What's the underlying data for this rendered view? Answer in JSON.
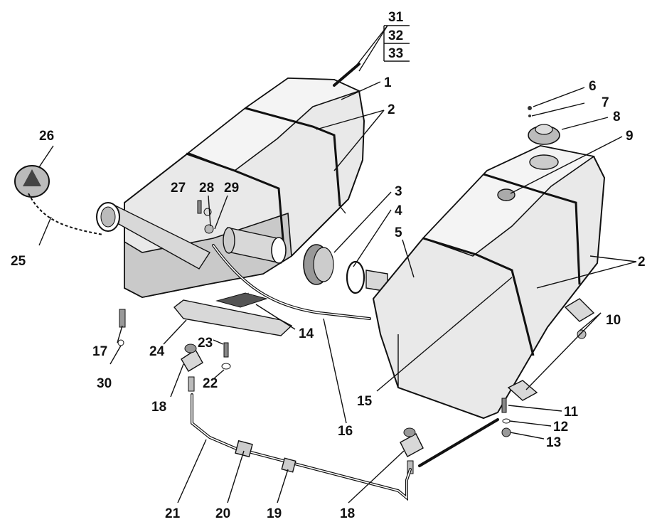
{
  "callouts": {
    "c1": "1",
    "c2a": "2",
    "c2b": "2",
    "c3": "3",
    "c4": "4",
    "c5": "5",
    "c6": "6",
    "c7": "7",
    "c8": "8",
    "c9": "9",
    "c10": "10",
    "c11": "11",
    "c12": "12",
    "c13": "13",
    "c14": "14",
    "c15": "15",
    "c16": "16",
    "c17": "17",
    "c18a": "18",
    "c18b": "18",
    "c19": "19",
    "c20": "20",
    "c21": "21",
    "c22": "22",
    "c23": "23",
    "c24": "24",
    "c25": "25",
    "c26": "26",
    "c27": "27",
    "c28": "28",
    "c29": "29",
    "c30": "30",
    "c31": "31",
    "c32": "32",
    "c33": "33"
  }
}
